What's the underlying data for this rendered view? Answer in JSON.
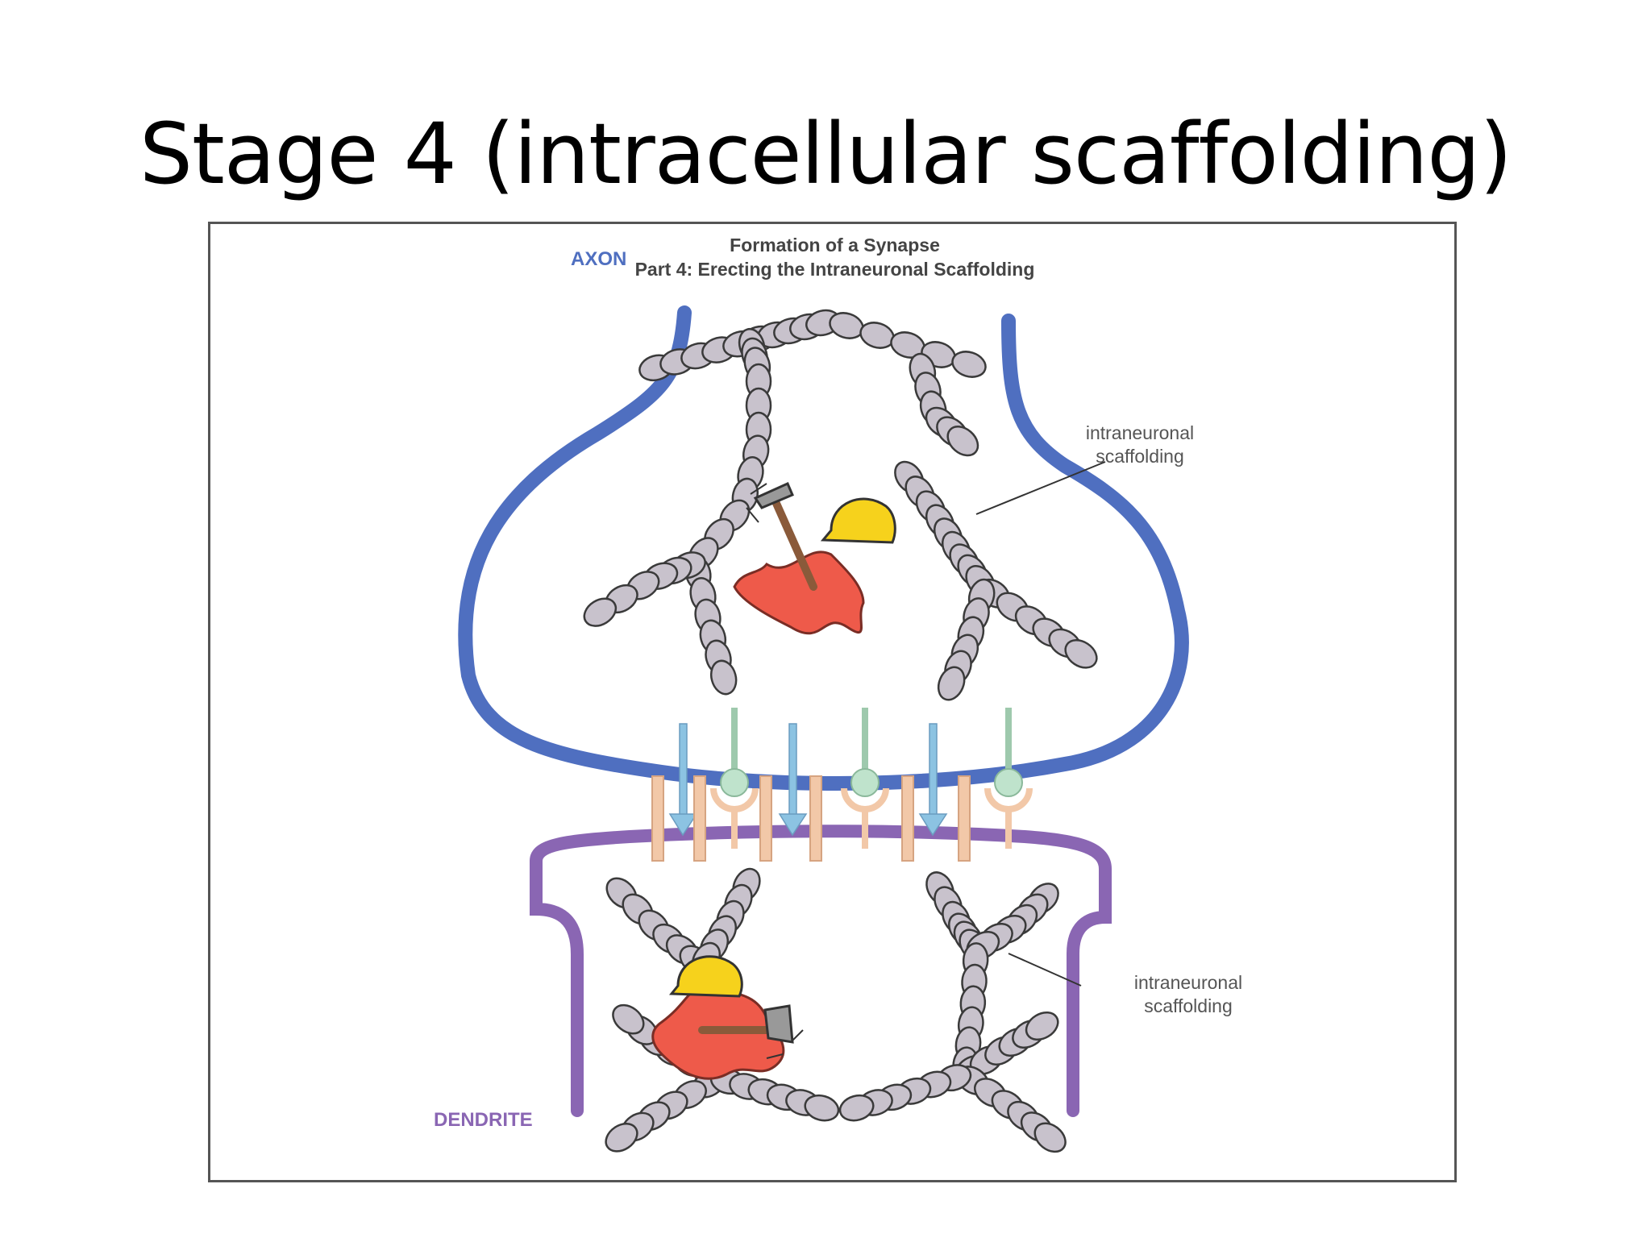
{
  "slide": {
    "title": "Stage 4 (intracellular scaffolding)"
  },
  "figure": {
    "title_line1": "Formation of a Synapse",
    "title_line2": "Part 4: Erecting the Intraneuronal Scaffolding",
    "axon_label": "AXON",
    "dendrite_label": "DENDRITE",
    "scaffold_label_top": {
      "line1": "intraneuronal",
      "line2": "scaffolding"
    },
    "scaffold_label_bottom": {
      "line1": "intraneuronal",
      "line2": "scaffolding"
    }
  },
  "colors": {
    "axon": "#4f6fc0",
    "dendrite": "#8a66b3",
    "scaffold_bead": "#c8c2cc",
    "scaffold_outline": "#3a3a3a",
    "worker_body": "#ee5a4a",
    "helmet": "#f6d21c",
    "arrow": "#8cc3e2",
    "receptor_ball": "#bfe3cc",
    "receptor_cup": "#f2c8a8"
  },
  "icons": [
    "worker-with-hammer-icon",
    "hard-hat-icon",
    "hammer-icon",
    "arrow-down-icon"
  ]
}
